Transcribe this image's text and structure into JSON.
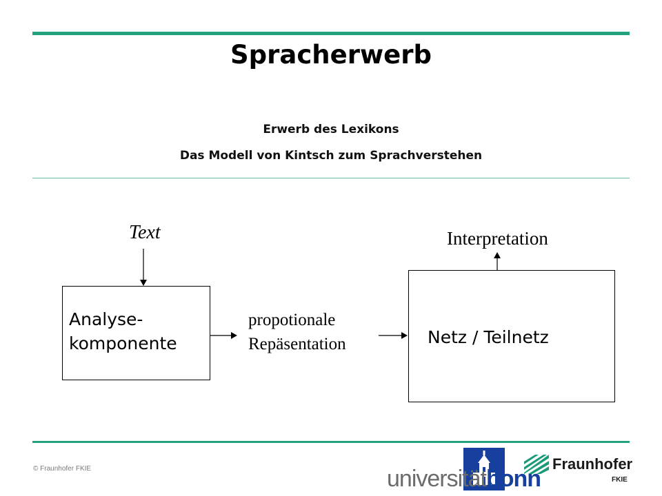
{
  "slide": {
    "title": "Spracherwerb",
    "subtitle1": "Erwerb des Lexikons",
    "subtitle2": "Das Modell von Kintsch zum Sprachverstehen"
  },
  "diagram": {
    "input_label": "Text",
    "analysis_box": {
      "line1": "Analyse-",
      "line2": "komponente"
    },
    "middle_label": {
      "line1": "propotionale",
      "line2": "Repäsentation"
    },
    "network_box": "Netz / Teilnetz",
    "output_label": "Interpretation"
  },
  "footer": {
    "copyright": "© Fraunhofer FKIE",
    "uni_logo": {
      "part1": "universität",
      "part2": "bonn"
    },
    "fraunhofer_logo": {
      "name": "Fraunhofer",
      "sub": "FKIE"
    }
  },
  "colors": {
    "accent": "#24a27f",
    "uni_blue": "#173f9e",
    "fraunhofer_green": "#1a9a78"
  }
}
